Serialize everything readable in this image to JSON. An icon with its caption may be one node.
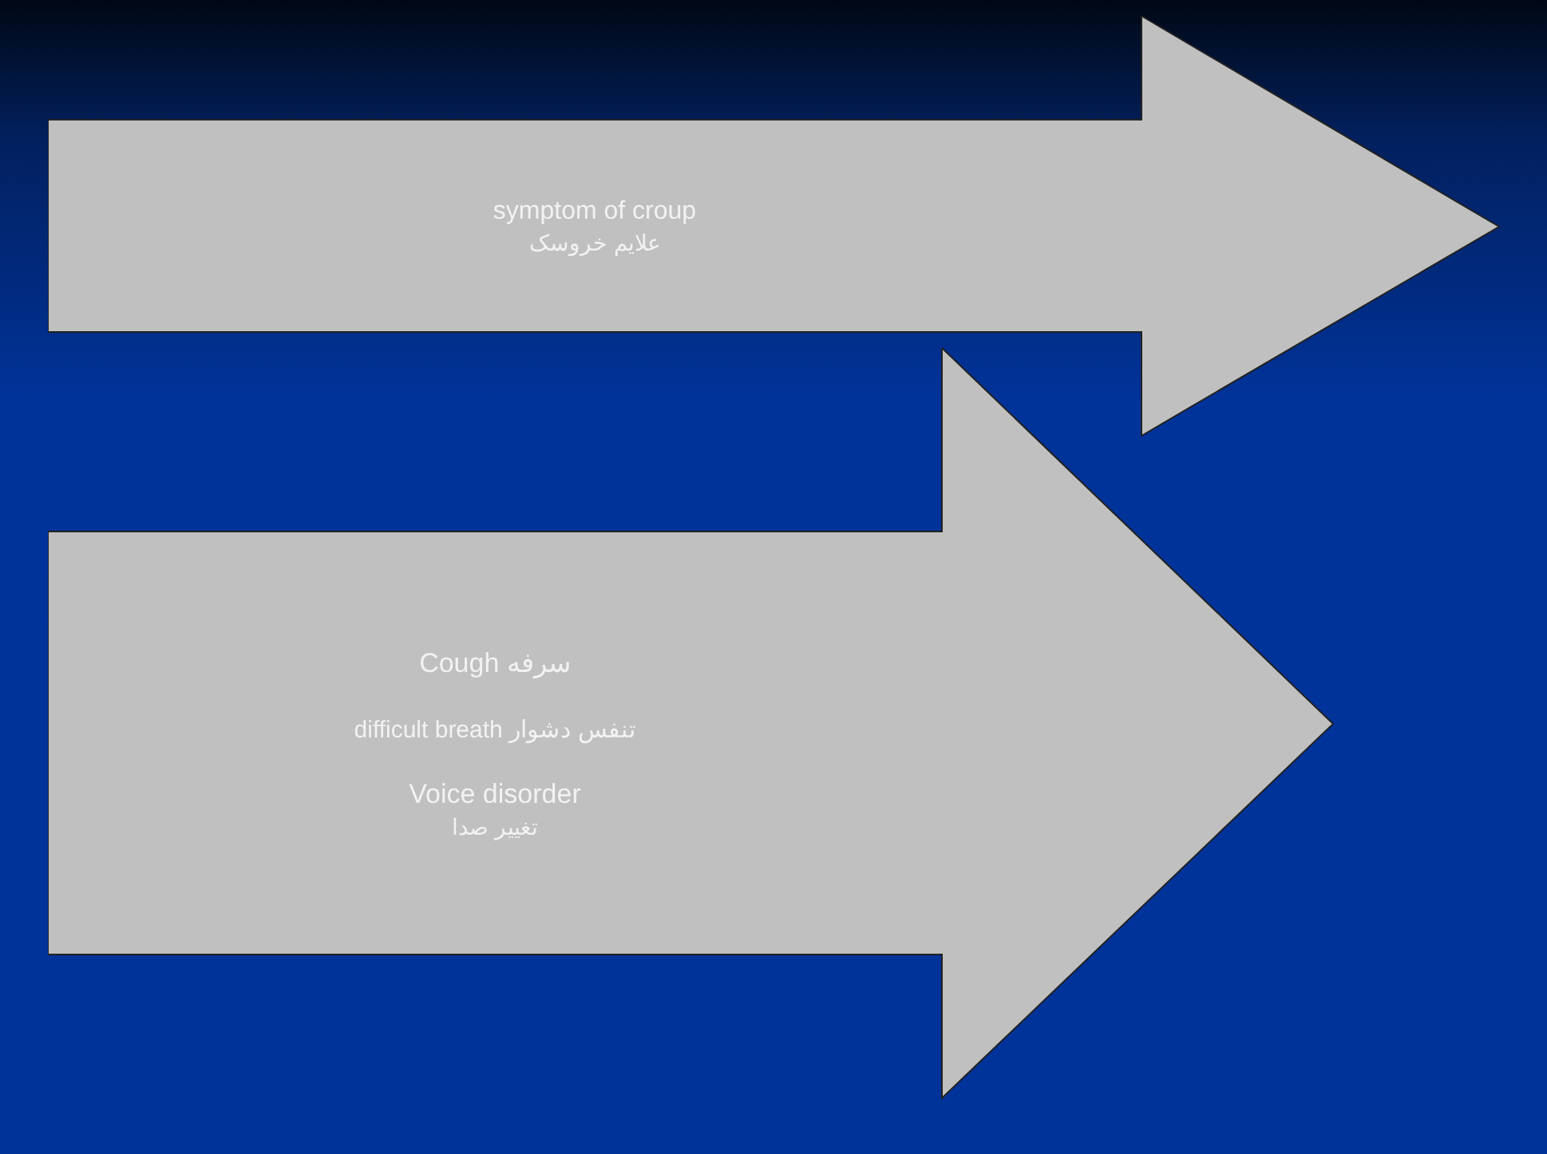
{
  "diagram": {
    "nodes": [
      {
        "text": [
          "symptom of croup",
          "علایم خروسک"
        ]
      },
      {
        "text": [
          "Cough سرفه",
          "difficult breath تنفس دشوار",
          "Voice disorder",
          "تغییر صدا"
        ]
      }
    ]
  }
}
